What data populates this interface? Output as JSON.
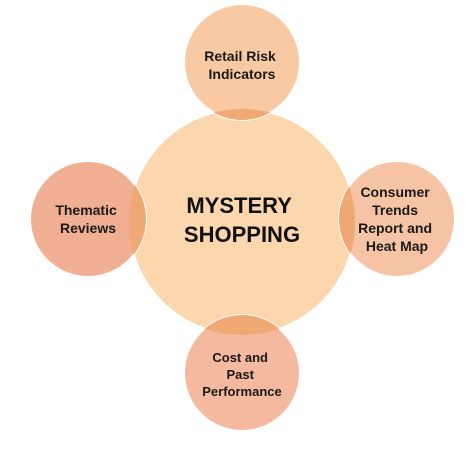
{
  "center": {
    "line1": "MYSTERY",
    "line2": "SHOPPING"
  },
  "nodes": {
    "top": {
      "line1": "Retail Risk",
      "line2": "Indicators"
    },
    "right": {
      "line1": "Consumer",
      "line2": "Trends",
      "line3": "Report and",
      "line4": "Heat Map"
    },
    "bottom": {
      "line1": "Cost and",
      "line2": "Past",
      "line3": "Performance"
    },
    "left": {
      "line1": "Thematic",
      "line2": "Reviews"
    }
  },
  "colors": {
    "center_fill": "#FCD6AD",
    "node_fill_top": "#F8C9A2",
    "node_fill_right": "#F6C3A5",
    "node_fill_bottom": "#F4B99E",
    "node_fill_left": "#F0AE92",
    "overlap_fill": "#F0A874",
    "outline": "#ffffff"
  }
}
